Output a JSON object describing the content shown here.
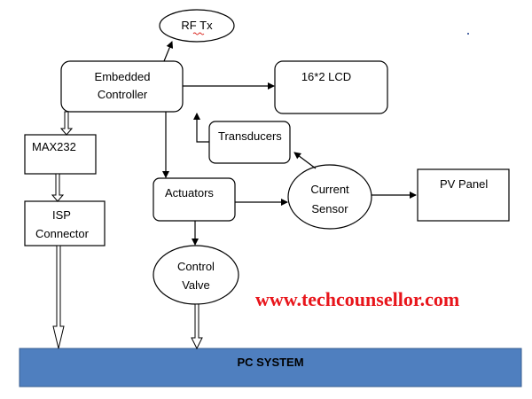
{
  "nodes": {
    "rf_tx": "RF Tx",
    "embedded_controller": [
      "Embedded",
      "Controller"
    ],
    "lcd": "16*2 LCD",
    "max232": "MAX232",
    "transducers": "Transducers",
    "actuators": "Actuators",
    "current_sensor": [
      "Current",
      "Sensor"
    ],
    "pv_panel": "PV Panel",
    "isp_connector": [
      "ISP",
      "Connector"
    ],
    "control_valve": [
      "Control",
      "Valve"
    ],
    "pc_system": "PC SYSTEM"
  },
  "watermark": "www.techcounsellor.com",
  "colors": {
    "pc_bar_fill": "#4f7fbf",
    "pc_bar_stroke": "#3a5f92",
    "watermark": "#e8151b"
  }
}
